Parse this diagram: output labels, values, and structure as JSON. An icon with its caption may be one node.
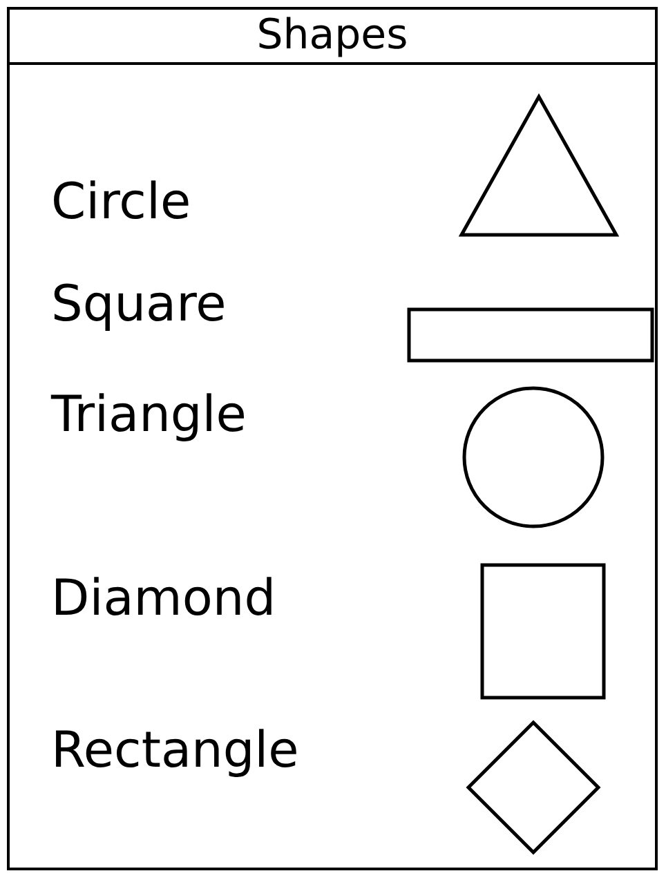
{
  "diagram": {
    "title": "Shapes",
    "nodes": [
      {
        "text": [],
        "shape": "triangle"
      },
      {
        "text": [],
        "shape": "rectangle"
      },
      {
        "text": [],
        "shape": "circle"
      },
      {
        "text": [],
        "shape": "square"
      },
      {
        "text": [],
        "shape": "diamond"
      }
    ],
    "labels": [
      "Circle",
      "Square",
      "Triangle",
      "Diamond",
      "Rectangle"
    ]
  }
}
